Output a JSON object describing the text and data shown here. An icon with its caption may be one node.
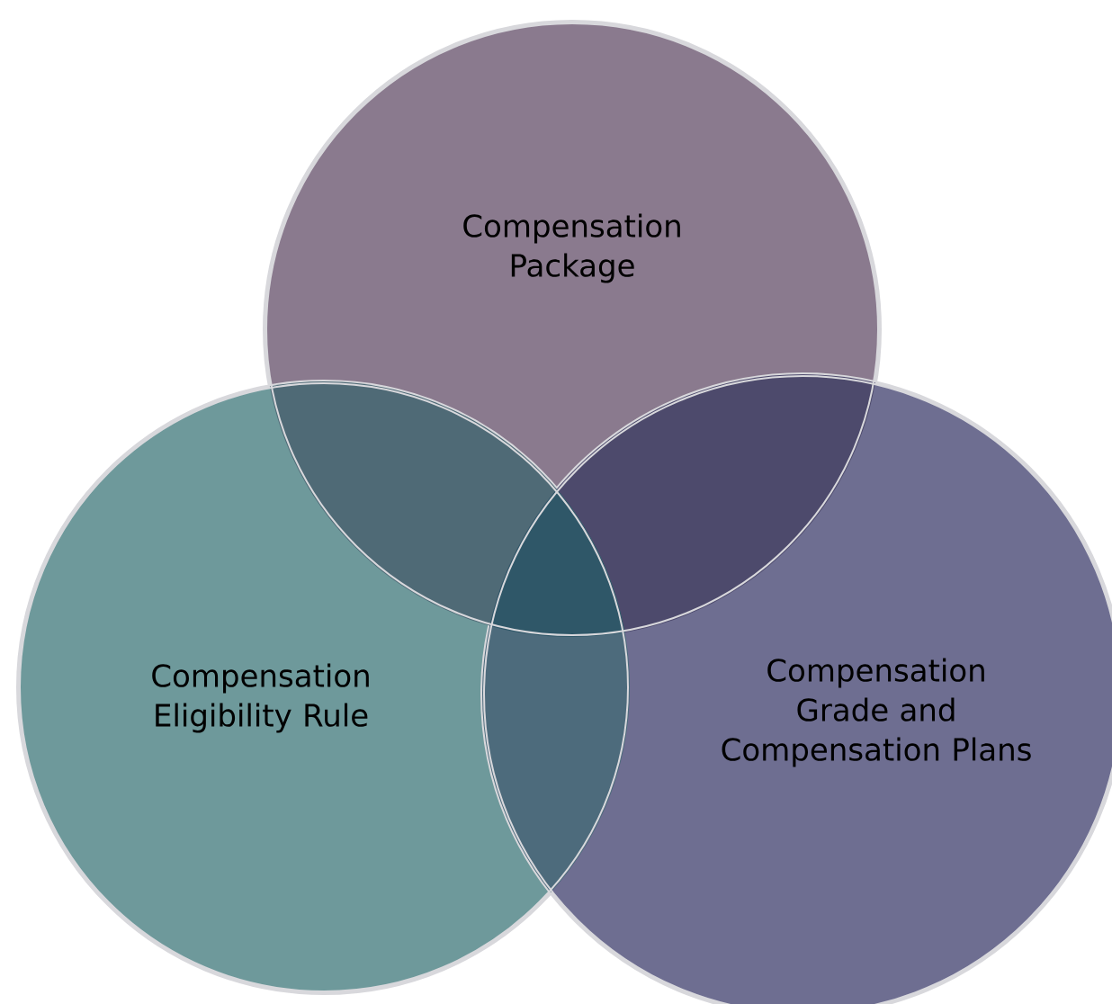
{
  "diagram": {
    "nodes": [
      {
        "text": [
          "Compensation Package"
        ]
      },
      {
        "text": [
          "Compensation Eligibility Rule"
        ]
      },
      {
        "text": [
          "Compensation Grade and Compensation Plans"
        ]
      }
    ]
  }
}
